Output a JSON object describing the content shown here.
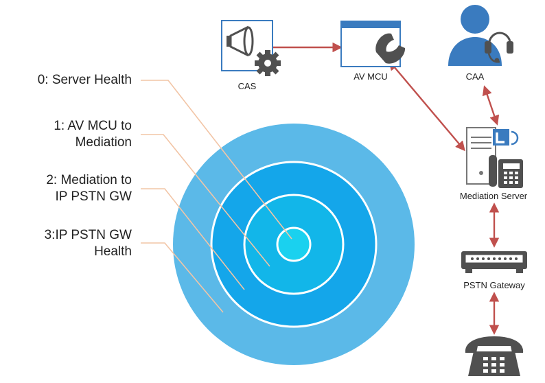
{
  "layers": [
    {
      "line1": "0: Server Health",
      "line2": ""
    },
    {
      "line1": "1: AV MCU to",
      "line2": "Mediation"
    },
    {
      "line1": "2: Mediation to",
      "line2": "IP PSTN GW"
    },
    {
      "line1": "3:IP PSTN GW",
      "line2": "Health"
    }
  ],
  "nodes": {
    "cas": "CAS",
    "av_mcu": "AV MCU",
    "caa": "CAA",
    "mediation": "Mediation Server",
    "pstn_gateway": "PSTN Gateway"
  },
  "icons": {
    "cas": "megaphone-gear-icon",
    "av_mcu": "window-phone-icon",
    "caa": "agent-headset-icon",
    "mediation": "lync-server-phone-icon",
    "pstn_gateway": "gateway-device-icon",
    "telephone": "telephone-icon"
  },
  "colors": {
    "ring_outer": "#5bb9e8",
    "ring_2": "#14a6ea",
    "ring_1": "#12b6e9",
    "ring_core": "#1ad1ef",
    "arrow": "#c0504d",
    "leader": "#f2c5a6",
    "icon_dark": "#505050",
    "icon_blue": "#3a7bbf"
  }
}
